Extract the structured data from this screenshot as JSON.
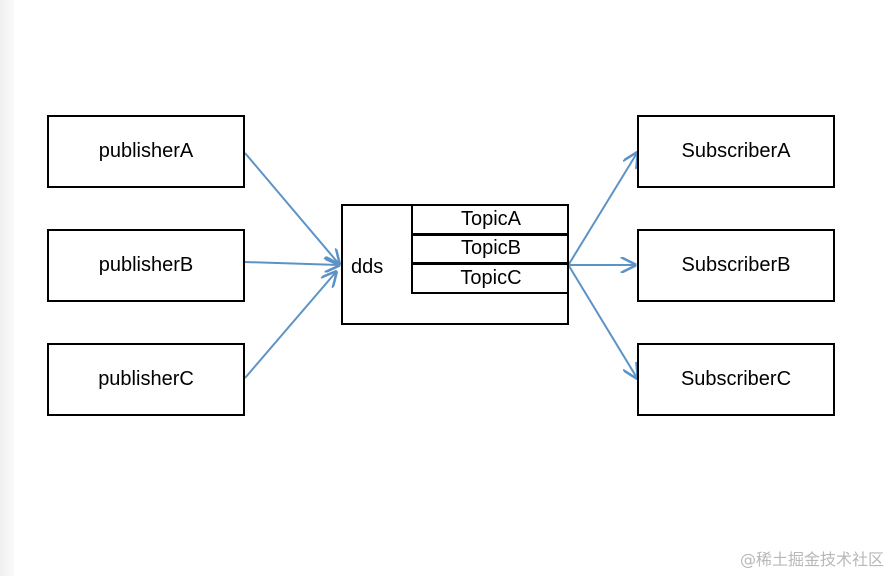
{
  "diagram": {
    "publishers": [
      {
        "label": "publisherA"
      },
      {
        "label": "publisherB"
      },
      {
        "label": "publisherC"
      }
    ],
    "subscribers": [
      {
        "label": "SubscriberA"
      },
      {
        "label": "SubscriberB"
      },
      {
        "label": "SubscriberC"
      }
    ],
    "dds": {
      "label": "dds",
      "topics": [
        {
          "label": "TopicA"
        },
        {
          "label": "TopicB"
        },
        {
          "label": "TopicC"
        }
      ]
    },
    "edges": [
      {
        "from": "publisherA",
        "to": "dds"
      },
      {
        "from": "publisherB",
        "to": "dds"
      },
      {
        "from": "publisherC",
        "to": "dds"
      },
      {
        "from": "dds",
        "to": "SubscriberA"
      },
      {
        "from": "dds",
        "to": "SubscriberB"
      },
      {
        "from": "dds",
        "to": "SubscriberC"
      }
    ],
    "arrow_color": "#5b93c7"
  },
  "watermark": "@稀土掘金技术社区"
}
